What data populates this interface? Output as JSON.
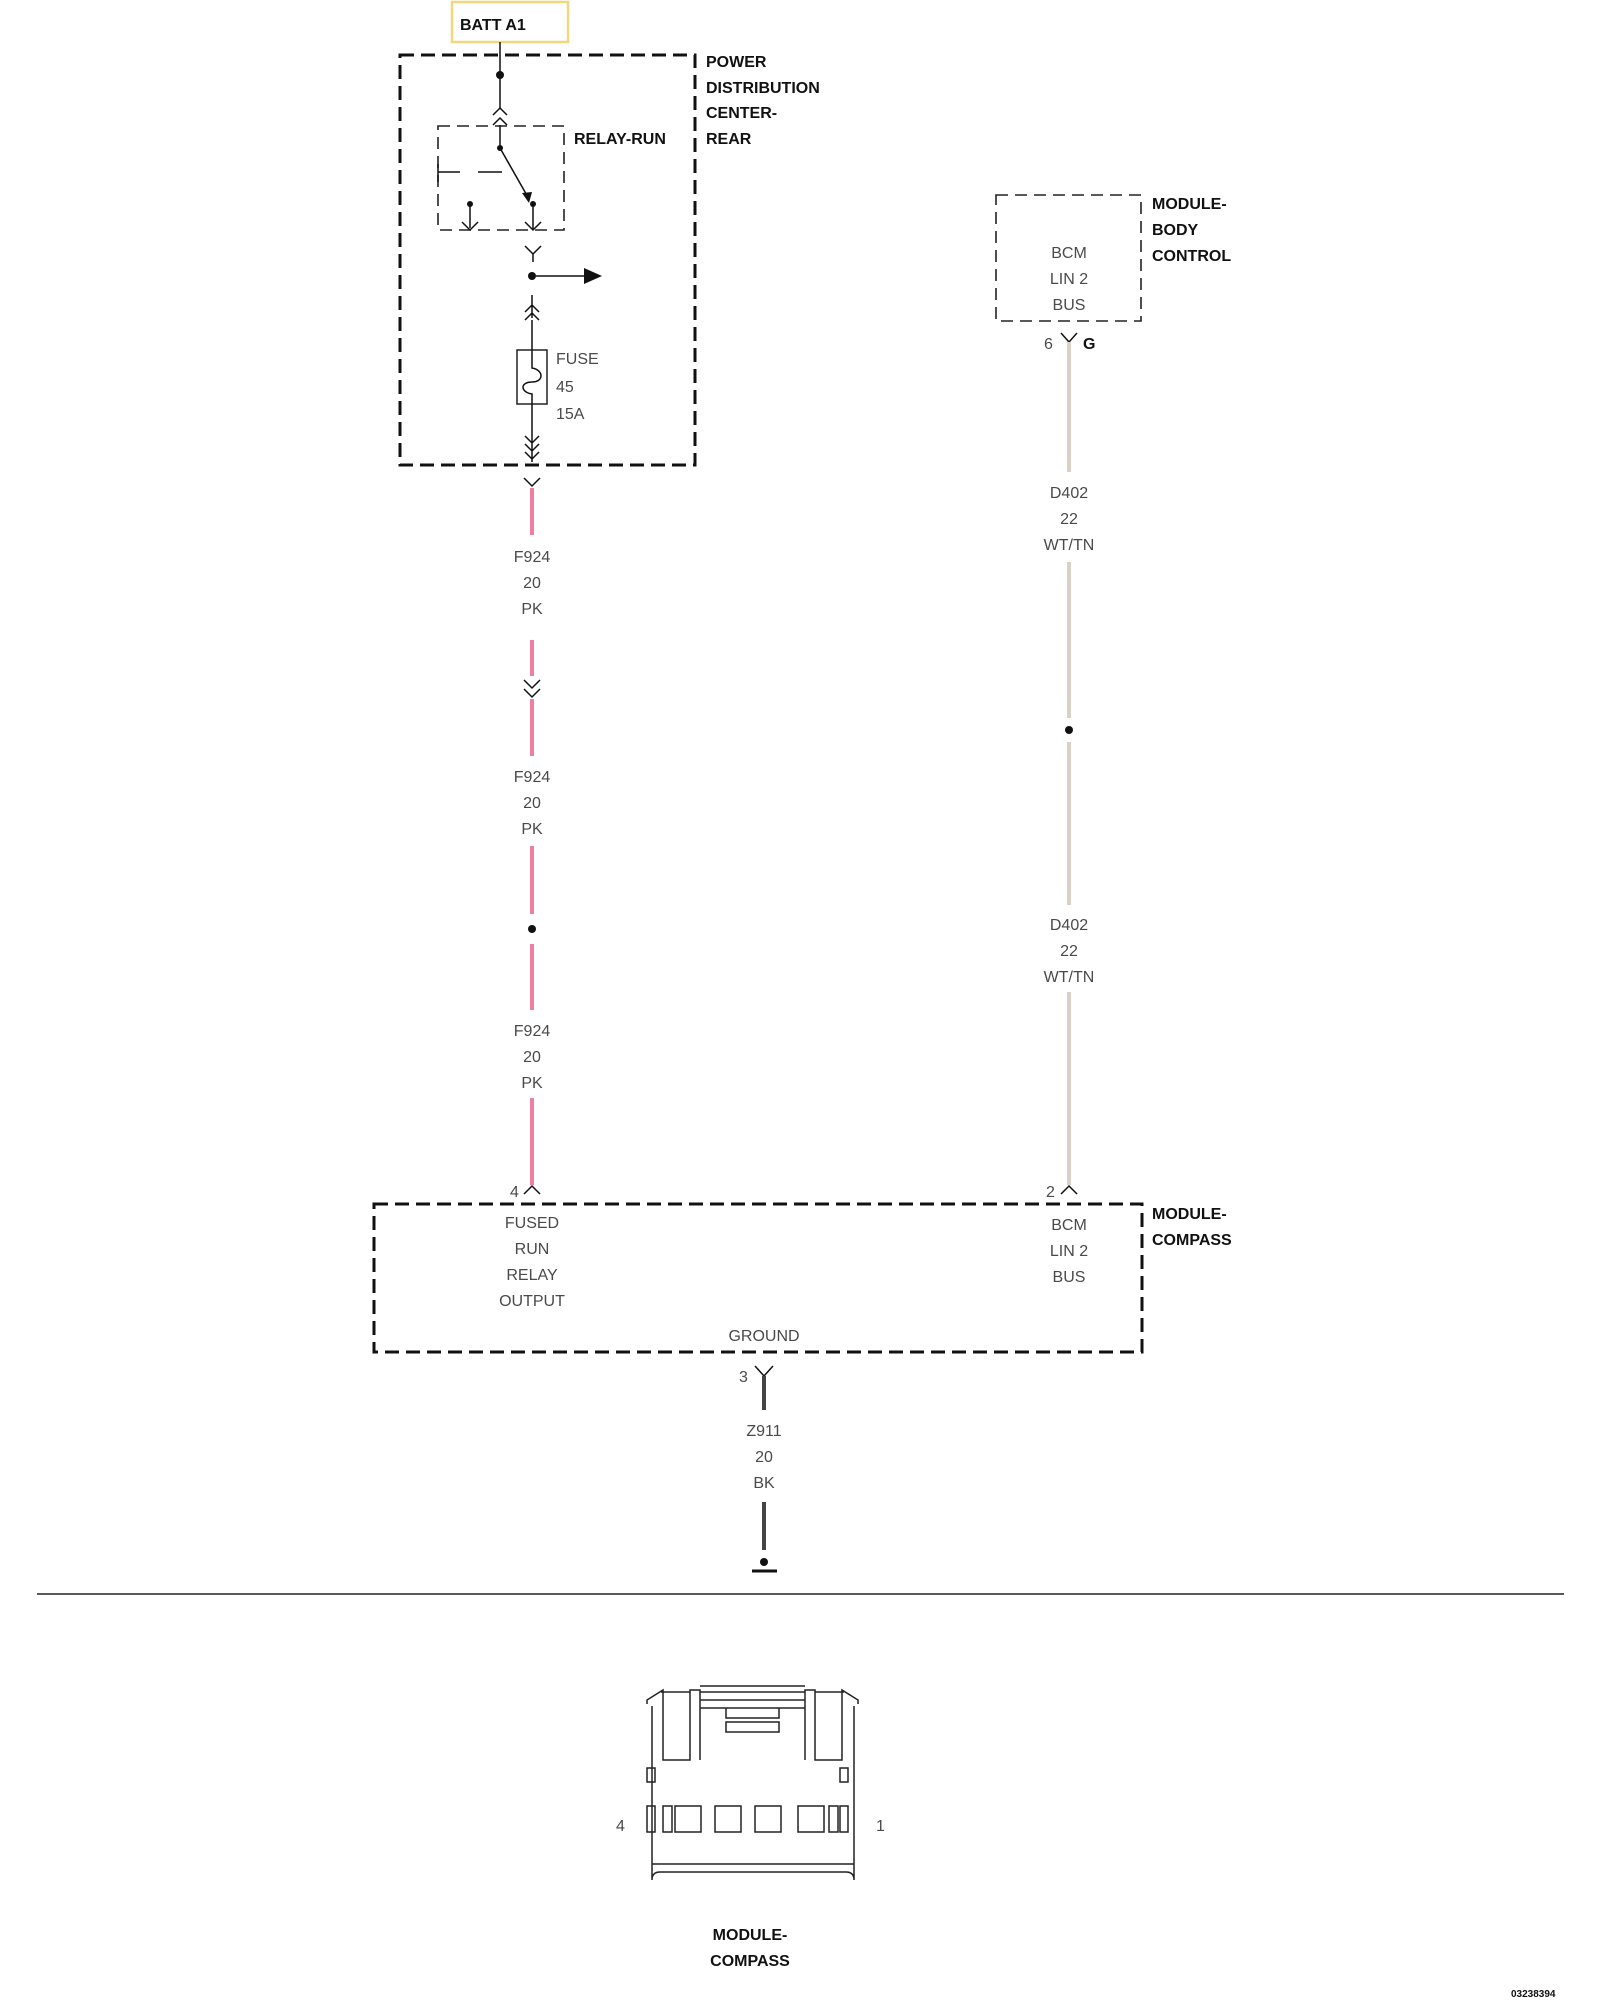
{
  "colors": {
    "wire_pk": "#ee7f9e",
    "wire_wt_tn": "#d9d2c4",
    "wire_bk": "#444444",
    "batt_box": "#f2d77e"
  },
  "source": {
    "label": "BATT A1"
  },
  "pdc": {
    "name_lines": [
      "POWER",
      "DISTRIBUTION",
      "CENTER-",
      "REAR"
    ],
    "relay_label": "RELAY-RUN",
    "fuse_lines": [
      "FUSE",
      "45",
      "15A"
    ]
  },
  "bcm": {
    "name_lines": [
      "MODULE-",
      "BODY",
      "CONTROL"
    ],
    "inner_lines": [
      "BCM",
      "LIN 2",
      "BUS"
    ],
    "pin": "6",
    "connector": "G"
  },
  "wires": {
    "f924_a": [
      "F924",
      "20",
      "PK"
    ],
    "f924_b": [
      "F924",
      "20",
      "PK"
    ],
    "f924_c": [
      "F924",
      "20",
      "PK"
    ],
    "d402_a": [
      "D402",
      "22",
      "WT/TN"
    ],
    "d402_b": [
      "D402",
      "22",
      "WT/TN"
    ],
    "z911": [
      "Z911",
      "20",
      "BK"
    ]
  },
  "compass": {
    "name_lines": [
      "MODULE-",
      "COMPASS"
    ],
    "pin_fused": "4",
    "fused_lines": [
      "FUSED",
      "RUN",
      "RELAY",
      "OUTPUT"
    ],
    "pin_bcm": "2",
    "bcm_lines": [
      "BCM",
      "LIN 2",
      "BUS"
    ],
    "ground_label": "GROUND",
    "pin_ground": "3"
  },
  "connector_view": {
    "pin_left": "4",
    "pin_right": "1",
    "name_lines": [
      "MODULE-",
      "COMPASS"
    ]
  },
  "figure_id": "03238394"
}
